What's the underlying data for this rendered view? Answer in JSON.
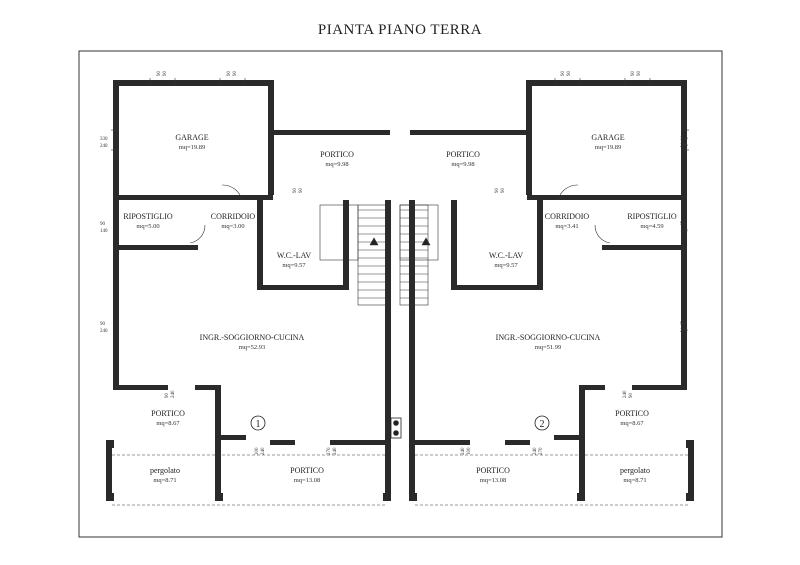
{
  "title": "PIANTA PIANO TERRA",
  "units": [
    {
      "number": "1",
      "rooms": {
        "garage": {
          "name": "GARAGE",
          "area": "mq=19.89"
        },
        "portico_top": {
          "name": "PORTICO",
          "area": "mq=9.98"
        },
        "ripostiglio": {
          "name": "RIPOSTIGLIO",
          "area": "mq=5.00"
        },
        "corridoio": {
          "name": "CORRIDOIO",
          "area": "mq=3.00"
        },
        "wc": {
          "name": "W.C.-LAV",
          "area": "mq=9.57"
        },
        "soggiorno": {
          "name": "INGR.-SOGGIORNO-CUCINA",
          "area": "mq=52.93"
        },
        "portico_side": {
          "name": "PORTICO",
          "area": "mq=8.67"
        },
        "pergolato": {
          "name": "pergolato",
          "area": "mq=8.71"
        },
        "portico_front": {
          "name": "PORTICO",
          "area": "mq=13.08"
        }
      },
      "dims": {
        "garage_window": [
          "330",
          "240"
        ],
        "top_window_a": [
          "90",
          "90"
        ],
        "top_window_b": [
          "90",
          "90"
        ],
        "ripostiglio_window": [
          "90",
          "140"
        ],
        "soggiorno_window": [
          "90",
          "240"
        ],
        "portico_door_a": [
          "90",
          "240"
        ],
        "portico_door_b": [
          "90",
          "240"
        ],
        "front_door_a": [
          "100",
          "240"
        ],
        "front_door_b": [
          "270",
          "240"
        ],
        "wc_window": [
          "90",
          "90"
        ]
      }
    },
    {
      "number": "2",
      "rooms": {
        "garage": {
          "name": "GARAGE",
          "area": "mq=19.89"
        },
        "portico_top": {
          "name": "PORTICO",
          "area": "mq=9.98"
        },
        "ripostiglio": {
          "name": "RIPOSTIGLIO",
          "area": "mq=4.59"
        },
        "corridoio": {
          "name": "CORRIDOIO",
          "area": "mq=3.41"
        },
        "wc": {
          "name": "W.C.-LAV",
          "area": "mq=9.57"
        },
        "soggiorno": {
          "name": "INGR.-SOGGIORNO-CUCINA",
          "area": "mq=51.99"
        },
        "portico_side": {
          "name": "PORTICO",
          "area": "mq=8.67"
        },
        "pergolato": {
          "name": "pergolato",
          "area": "mq=8.71"
        },
        "portico_front": {
          "name": "PORTICO",
          "area": "mq=13.08"
        }
      },
      "dims": {
        "garage_window": [
          "330",
          "240"
        ],
        "garage_side": [
          "90",
          "240"
        ],
        "top_window_a": [
          "90",
          "90"
        ],
        "top_window_b": [
          "90",
          "90"
        ],
        "ripostiglio_window": [
          "90",
          "140"
        ],
        "soggiorno_window": [
          "90",
          "240"
        ],
        "portico_door_a": [
          "90",
          "240"
        ],
        "portico_door_b": [
          "90",
          "240"
        ],
        "front_door_a": [
          "270",
          "240"
        ],
        "front_door_b": [
          "100",
          "240"
        ],
        "wc_window": [
          "90",
          "90"
        ]
      }
    }
  ]
}
